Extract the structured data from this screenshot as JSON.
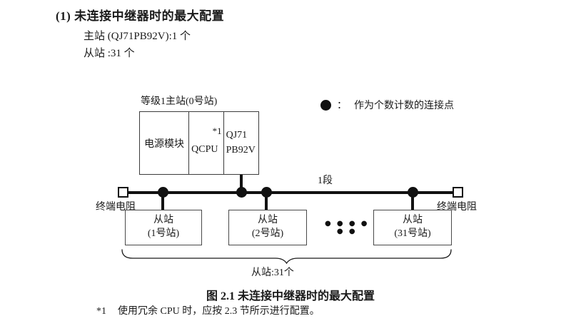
{
  "page": {
    "heading": "(1) 未连接中继器时的最大配置",
    "spec_master": "主站 (QJ71PB92V):1 个",
    "spec_slaves": "从站 :31 个",
    "figure_caption": "图 2.1 未连接中继器时的最大配置",
    "footnote": {
      "marker": "*1",
      "text": "使用冗余 CPU 时，应按 2.3 节所示进行配置。"
    }
  },
  "diagram": {
    "legend": {
      "separator": "：",
      "label": "作为个数计数的连接点"
    },
    "master": {
      "label": "等级1主站(0号站)",
      "power_module": "电源模块",
      "cpu": "QCPU",
      "cpu_note": "*1",
      "interface_line1": "QJ71",
      "interface_line2": "PB92V"
    },
    "bus": {
      "segment_label": "1段",
      "terminator_left": "终端电阻",
      "terminator_right": "终端电阻"
    },
    "slaves": [
      {
        "line1": "从站",
        "line2": "(1号站)"
      },
      {
        "line1": "从站",
        "line2": "(2号站)"
      },
      {
        "line1": "从站",
        "line2": "(31号站)"
      }
    ],
    "ellipsis": "● ● ● ● ● ●",
    "brace_label": "从站:31个"
  },
  "colors": {
    "background": "#ffffff",
    "text": "#1a1a1a",
    "line": "#111111",
    "box_border": "#3c3c3c"
  }
}
